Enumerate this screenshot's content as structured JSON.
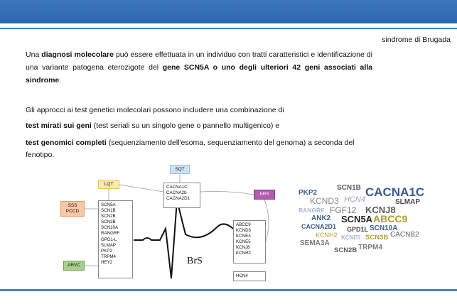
{
  "header": {
    "top_right_text": "sindrome di Brugada"
  },
  "paragraph1": {
    "t1": "Una ",
    "b1": "diagnosi molecolare",
    "t2": " può essere effettuata in un individuo con tratti caratteristici e identificazione di una variante patogena eterozigote del ",
    "b2": "gene SCN5A o uno degli ulteriori 42 geni associati alla sindrome",
    "t3": "."
  },
  "paragraph2": "Gli approcci ai test genetici molecolari possono includere una combinazione di",
  "paragraph3": {
    "b": "test mirati sui geni",
    "t": " (test seriali su un singolo gene o pannello multigenico) e"
  },
  "paragraph4": {
    "b": "test genomici completi",
    "t": " (sequenziamento dell'esoma, sequenziamento del genoma) a seconda del fenotipo."
  },
  "diagram": {
    "tags": {
      "lqt": "LQT",
      "sqt": "SQT",
      "sss": "SSS\nPCCD",
      "ers": "ERS",
      "arvc": "ARVC"
    },
    "sqt_genes": [
      "CACNA1C",
      "CACNA2b",
      "CACNA2D1"
    ],
    "lqt_genes": [
      "SCN5A",
      "SCN1B",
      "SCN2B",
      "SCN3B",
      "SCN10A",
      "RANGRF",
      "GPD1-L",
      "SLMAP",
      "PKP2",
      "TRPM4",
      "HEY2"
    ],
    "ers_genes": [
      "ABCC9",
      "KCND3",
      "KCNE3",
      "KCNE5",
      "KCNJ8",
      "KCNH2"
    ],
    "hcn_gene": "HCN4",
    "center_label": "BrS",
    "colors": {
      "lqt": "#fdeaa8",
      "sqt": "#cfe2f3",
      "sss": "#fbc7a5",
      "ers": "#b45ab0",
      "arvc": "#a9d08e"
    }
  },
  "word_cloud": [
    {
      "text": "SCN1B",
      "color": "#5a5a5a"
    },
    {
      "text": "PKP2",
      "color": "#3b5b8f"
    },
    {
      "text": "CACNA1C",
      "color": "#3b5b8f"
    },
    {
      "text": "KCND3",
      "color": "#8a8a8a"
    },
    {
      "text": "HCN4",
      "color": "#9aa3b5"
    },
    {
      "text": "SLMAP",
      "color": "#4a4a4a"
    },
    {
      "text": "RANGRF",
      "color": "#a9b6cf"
    },
    {
      "text": "FGF12",
      "color": "#7a7a7a"
    },
    {
      "text": "KCNJ8",
      "color": "#5a5a5a"
    },
    {
      "text": "ANK2",
      "color": "#3b5b8f"
    },
    {
      "text": "SCN5A",
      "color": "#222222"
    },
    {
      "text": "ABCC9",
      "color": "#b09a2e"
    },
    {
      "text": "CACNA2D1",
      "color": "#3b5b8f"
    },
    {
      "text": "GPD1L",
      "color": "#4a4a4a"
    },
    {
      "text": "SCN10A",
      "color": "#3b5b8f"
    },
    {
      "text": "KCNH2",
      "color": "#b09a2e"
    },
    {
      "text": "KCNE5",
      "color": "#a9b6cf"
    },
    {
      "text": "SCN3B",
      "color": "#b09a2e"
    },
    {
      "text": "CACNB2",
      "color": "#5a5a5a"
    },
    {
      "text": "SEMA3A",
      "color": "#7a7a7a"
    },
    {
      "text": "SCN2B",
      "color": "#5a5a5a"
    },
    {
      "text": "TRPM4",
      "color": "#7a7a7a"
    }
  ]
}
